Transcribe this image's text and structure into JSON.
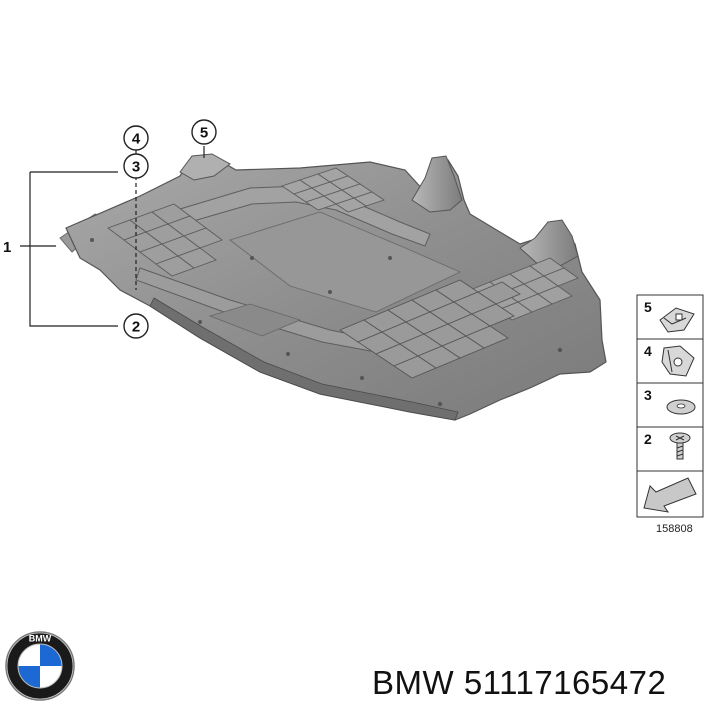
{
  "diagram": {
    "callouts": {
      "c1": "1",
      "c2": "2",
      "c3": "3",
      "c4": "4",
      "c5": "5"
    },
    "legend": {
      "items": [
        {
          "num": "5",
          "icon": "clip-nut-icon"
        },
        {
          "num": "4",
          "icon": "speed-nut-icon"
        },
        {
          "num": "3",
          "icon": "washer-icon"
        },
        {
          "num": "2",
          "icon": "screw-icon"
        }
      ],
      "arrow_icon": "direction-arrow-icon"
    },
    "reference_number": "158808"
  },
  "brand": {
    "logo_letters": "BMW",
    "caption": "BMW 51117165472"
  },
  "colors": {
    "panel_base": "#8c8c8c",
    "panel_light": "#a8a8a8",
    "panel_dark": "#6e6e6e",
    "logo_blue": "#1c69d4",
    "logo_black": "#1a1a1a"
  }
}
